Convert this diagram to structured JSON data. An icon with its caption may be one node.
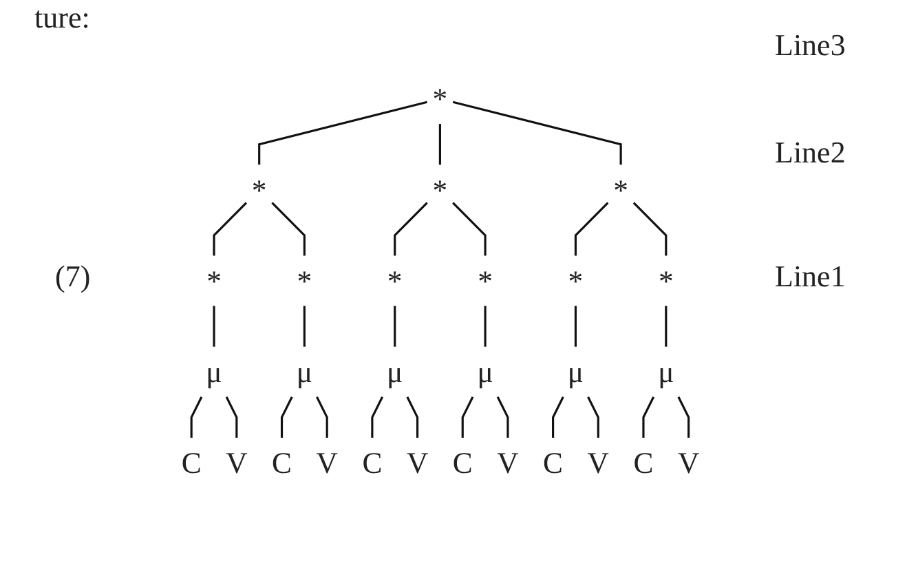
{
  "diagram": {
    "nodes": [
      {
        "text": [
          "*"
        ]
      },
      {
        "text": [
          "*"
        ]
      },
      {
        "text": [
          "*"
        ]
      },
      {
        "text": [
          "*"
        ]
      },
      {
        "text": [
          "*"
        ]
      },
      {
        "text": [
          "*"
        ]
      },
      {
        "text": [
          "*"
        ]
      },
      {
        "text": [
          "*"
        ]
      },
      {
        "text": [
          "*"
        ]
      },
      {
        "text": [
          "*"
        ]
      },
      {
        "text": [
          "μ"
        ]
      },
      {
        "text": [
          "μ"
        ]
      },
      {
        "text": [
          "μ"
        ]
      },
      {
        "text": [
          "μ"
        ]
      },
      {
        "text": [
          "μ"
        ]
      },
      {
        "text": [
          "μ"
        ]
      },
      {
        "text": [
          "C"
        ]
      },
      {
        "text": [
          "V"
        ]
      },
      {
        "text": [
          "C"
        ]
      },
      {
        "text": [
          "V"
        ]
      },
      {
        "text": [
          "C"
        ]
      },
      {
        "text": [
          "V"
        ]
      },
      {
        "text": [
          "C"
        ]
      },
      {
        "text": [
          "V"
        ]
      },
      {
        "text": [
          "C"
        ]
      },
      {
        "text": [
          "V"
        ]
      },
      {
        "text": [
          "C"
        ]
      },
      {
        "text": [
          "V"
        ]
      }
    ],
    "edges": [
      {
        "from": 0,
        "to": 1,
        "arrow": "none"
      },
      {
        "from": 0,
        "to": 2,
        "arrow": "none"
      },
      {
        "from": 0,
        "to": 3,
        "arrow": "none"
      },
      {
        "from": 1,
        "to": 4,
        "arrow": "none"
      },
      {
        "from": 1,
        "to": 5,
        "arrow": "none"
      },
      {
        "from": 2,
        "to": 6,
        "arrow": "none"
      },
      {
        "from": 2,
        "to": 7,
        "arrow": "none"
      },
      {
        "from": 3,
        "to": 8,
        "arrow": "none"
      },
      {
        "from": 3,
        "to": 9,
        "arrow": "none"
      },
      {
        "from": 4,
        "to": 10,
        "arrow": "none"
      },
      {
        "from": 5,
        "to": 11,
        "arrow": "none"
      },
      {
        "from": 6,
        "to": 12,
        "arrow": "none"
      },
      {
        "from": 7,
        "to": 13,
        "arrow": "none"
      },
      {
        "from": 8,
        "to": 14,
        "arrow": "none"
      },
      {
        "from": 9,
        "to": 15,
        "arrow": "none"
      },
      {
        "from": 10,
        "to": 16,
        "arrow": "none"
      },
      {
        "from": 10,
        "to": 17,
        "arrow": "none"
      },
      {
        "from": 11,
        "to": 18,
        "arrow": "none"
      },
      {
        "from": 11,
        "to": 19,
        "arrow": "none"
      },
      {
        "from": 12,
        "to": 20,
        "arrow": "none"
      },
      {
        "from": 12,
        "to": 21,
        "arrow": "none"
      },
      {
        "from": 13,
        "to": 22,
        "arrow": "none"
      },
      {
        "from": 13,
        "to": 23,
        "arrow": "none"
      },
      {
        "from": 14,
        "to": 24,
        "arrow": "none"
      },
      {
        "from": 14,
        "to": 25,
        "arrow": "none"
      },
      {
        "from": 15,
        "to": 26,
        "arrow": "none"
      },
      {
        "from": 15,
        "to": 27,
        "arrow": "none"
      }
    ],
    "labels": [
      "ture:",
      "Line3",
      "Line2",
      "(7)",
      "Line1"
    ]
  }
}
